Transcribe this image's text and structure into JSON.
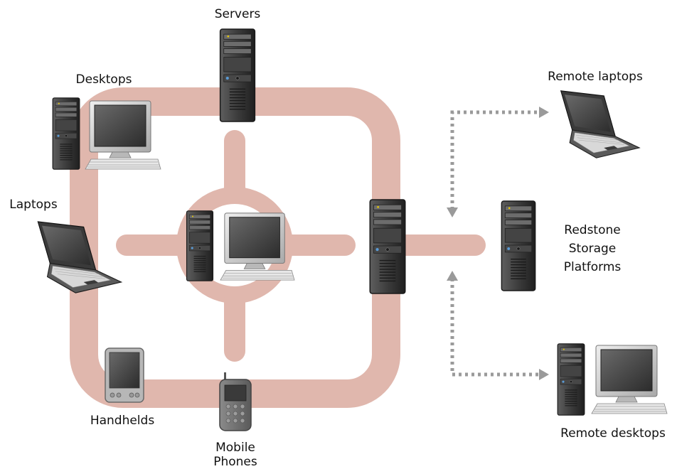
{
  "labels": {
    "servers": "Servers",
    "desktops": "Desktops",
    "laptops": "Laptops",
    "handhelds": "Handhelds",
    "mobile_phones_1": "Mobile",
    "mobile_phones_2": "Phones",
    "remote_laptops": "Remote laptops",
    "redstone_1": "Redstone",
    "redstone_2": "Storage",
    "redstone_3": "Platforms",
    "remote_desktops": "Remote desktops"
  },
  "colors": {
    "ring": "#e0b7ad",
    "arrow": "#9a9a9a",
    "tower_dark": "#2e2e2e",
    "tower_mid": "#5a5a5a",
    "screen": "#3a3a3a",
    "monitor_frame": "#cfcfcf"
  }
}
